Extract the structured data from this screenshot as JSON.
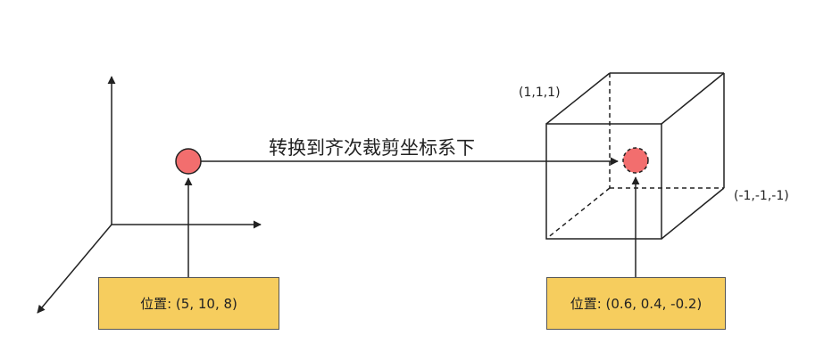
{
  "transform_label": "转换到齐次裁剪坐标系下",
  "left_box": {
    "label": "位置: (5, 10, 8)"
  },
  "right_box": {
    "label": "位置: (0.6, 0.4, -0.2)"
  },
  "cube": {
    "corner_top_label": "(1,1,1)",
    "corner_bottom_label": "(-1,-1,-1)"
  },
  "colors": {
    "point_fill": "#f26e6e",
    "box_fill": "#f6cd5e",
    "line": "#222222"
  }
}
